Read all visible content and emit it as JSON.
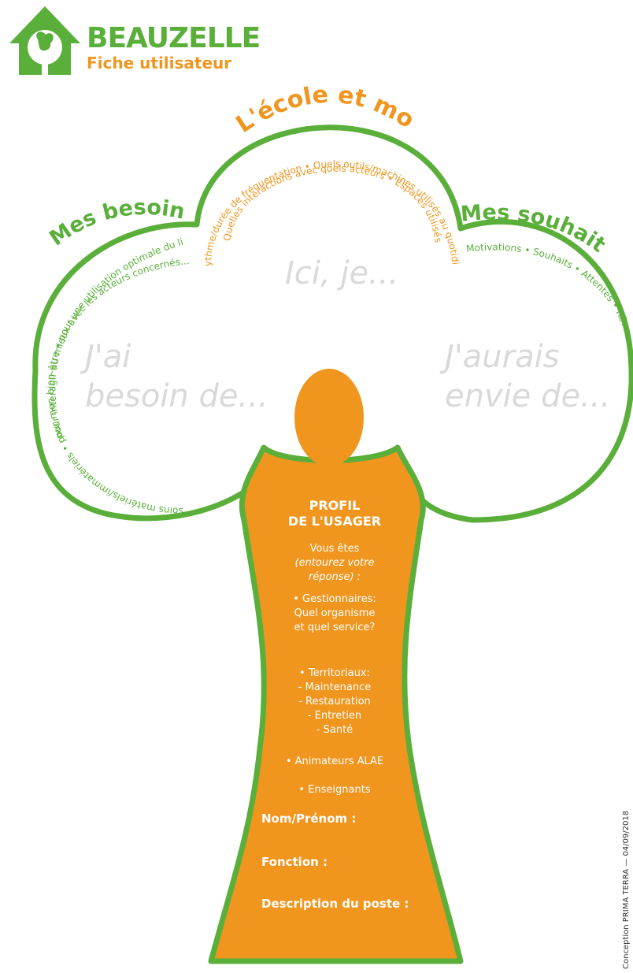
{
  "brand": {
    "name": "BEAUZELLE",
    "subtitle": "Fiche utilisateur",
    "logo_icon": "house-squirrel-icon",
    "green": "#5aaf3a",
    "orange": "#f0961e"
  },
  "sections": {
    "ecole": {
      "title": "L'école et moi",
      "line1": "Rrythme/durée de fréquentation • Quels outils/machines utilisés au quotidien",
      "line2": "Quelles interactions avec quels acteurs • Espaces utilisés",
      "prompt": "Ici, je..."
    },
    "besoins": {
      "title": "Mes besoins",
      "line1": "Besoins matériels/immatériels • pour mon bien-être • pour une utilisation optimale du lieu",
      "line2": "pour interagir au mieux avec les acteurs concernés...",
      "prompt_line1": "J'ai",
      "prompt_line2": "besoin de..."
    },
    "souhaits": {
      "title": "Mes souhaits",
      "line1": "Motivations • Souhaits • Attentes • Rêves",
      "prompt_line1": "J'aurais",
      "prompt_line2": "envie de..."
    }
  },
  "profile": {
    "title_line1": "PROFIL",
    "title_line2": "DE L'USAGER",
    "intro": "Vous êtes",
    "intro_note": "(entourez votre réponse) :",
    "gestionnaires": [
      "• Gestionnaires:",
      "Quel organisme",
      "et quel service?"
    ],
    "territoriaux": [
      "• Territoriaux:",
      "- Maintenance",
      "- Restauration",
      "- Entretien",
      "- Santé"
    ],
    "animateurs": "• Animateurs ALAE",
    "enseignants": "• Enseignants",
    "fields": {
      "nom": "Nom/Prénom :",
      "fonction": "Fonction :",
      "description": "Description du poste :"
    }
  },
  "credit": "Conception PRIMA TERRA — 04/09/2018"
}
